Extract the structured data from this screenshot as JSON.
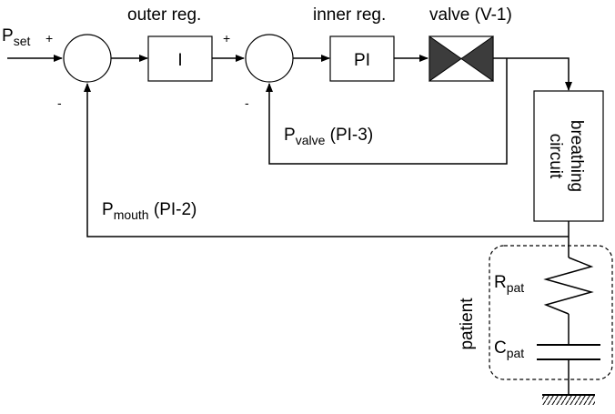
{
  "labels": {
    "p_set": {
      "main": "P",
      "sub": "set"
    },
    "outer_reg": "outer reg.",
    "inner_reg": "inner reg.",
    "valve": "valve (V-1)",
    "outer_block": "I",
    "inner_block": "PI",
    "breathing_line1": "breathing",
    "breathing_line2": "circuit",
    "p_valve": {
      "main": "P",
      "sub": "valve",
      "suffix": " (PI-3)"
    },
    "p_mouth": {
      "main": "P",
      "sub": "mouth",
      "suffix": " (PI-2)"
    },
    "patient": "patient",
    "r_pat": {
      "main": "R",
      "sub": "pat"
    },
    "c_pat": {
      "main": "C",
      "sub": "pat"
    }
  },
  "signs": {
    "sum1_plus": "+",
    "sum1_minus": "-",
    "sum2_plus": "+",
    "sum2_minus": "-"
  }
}
